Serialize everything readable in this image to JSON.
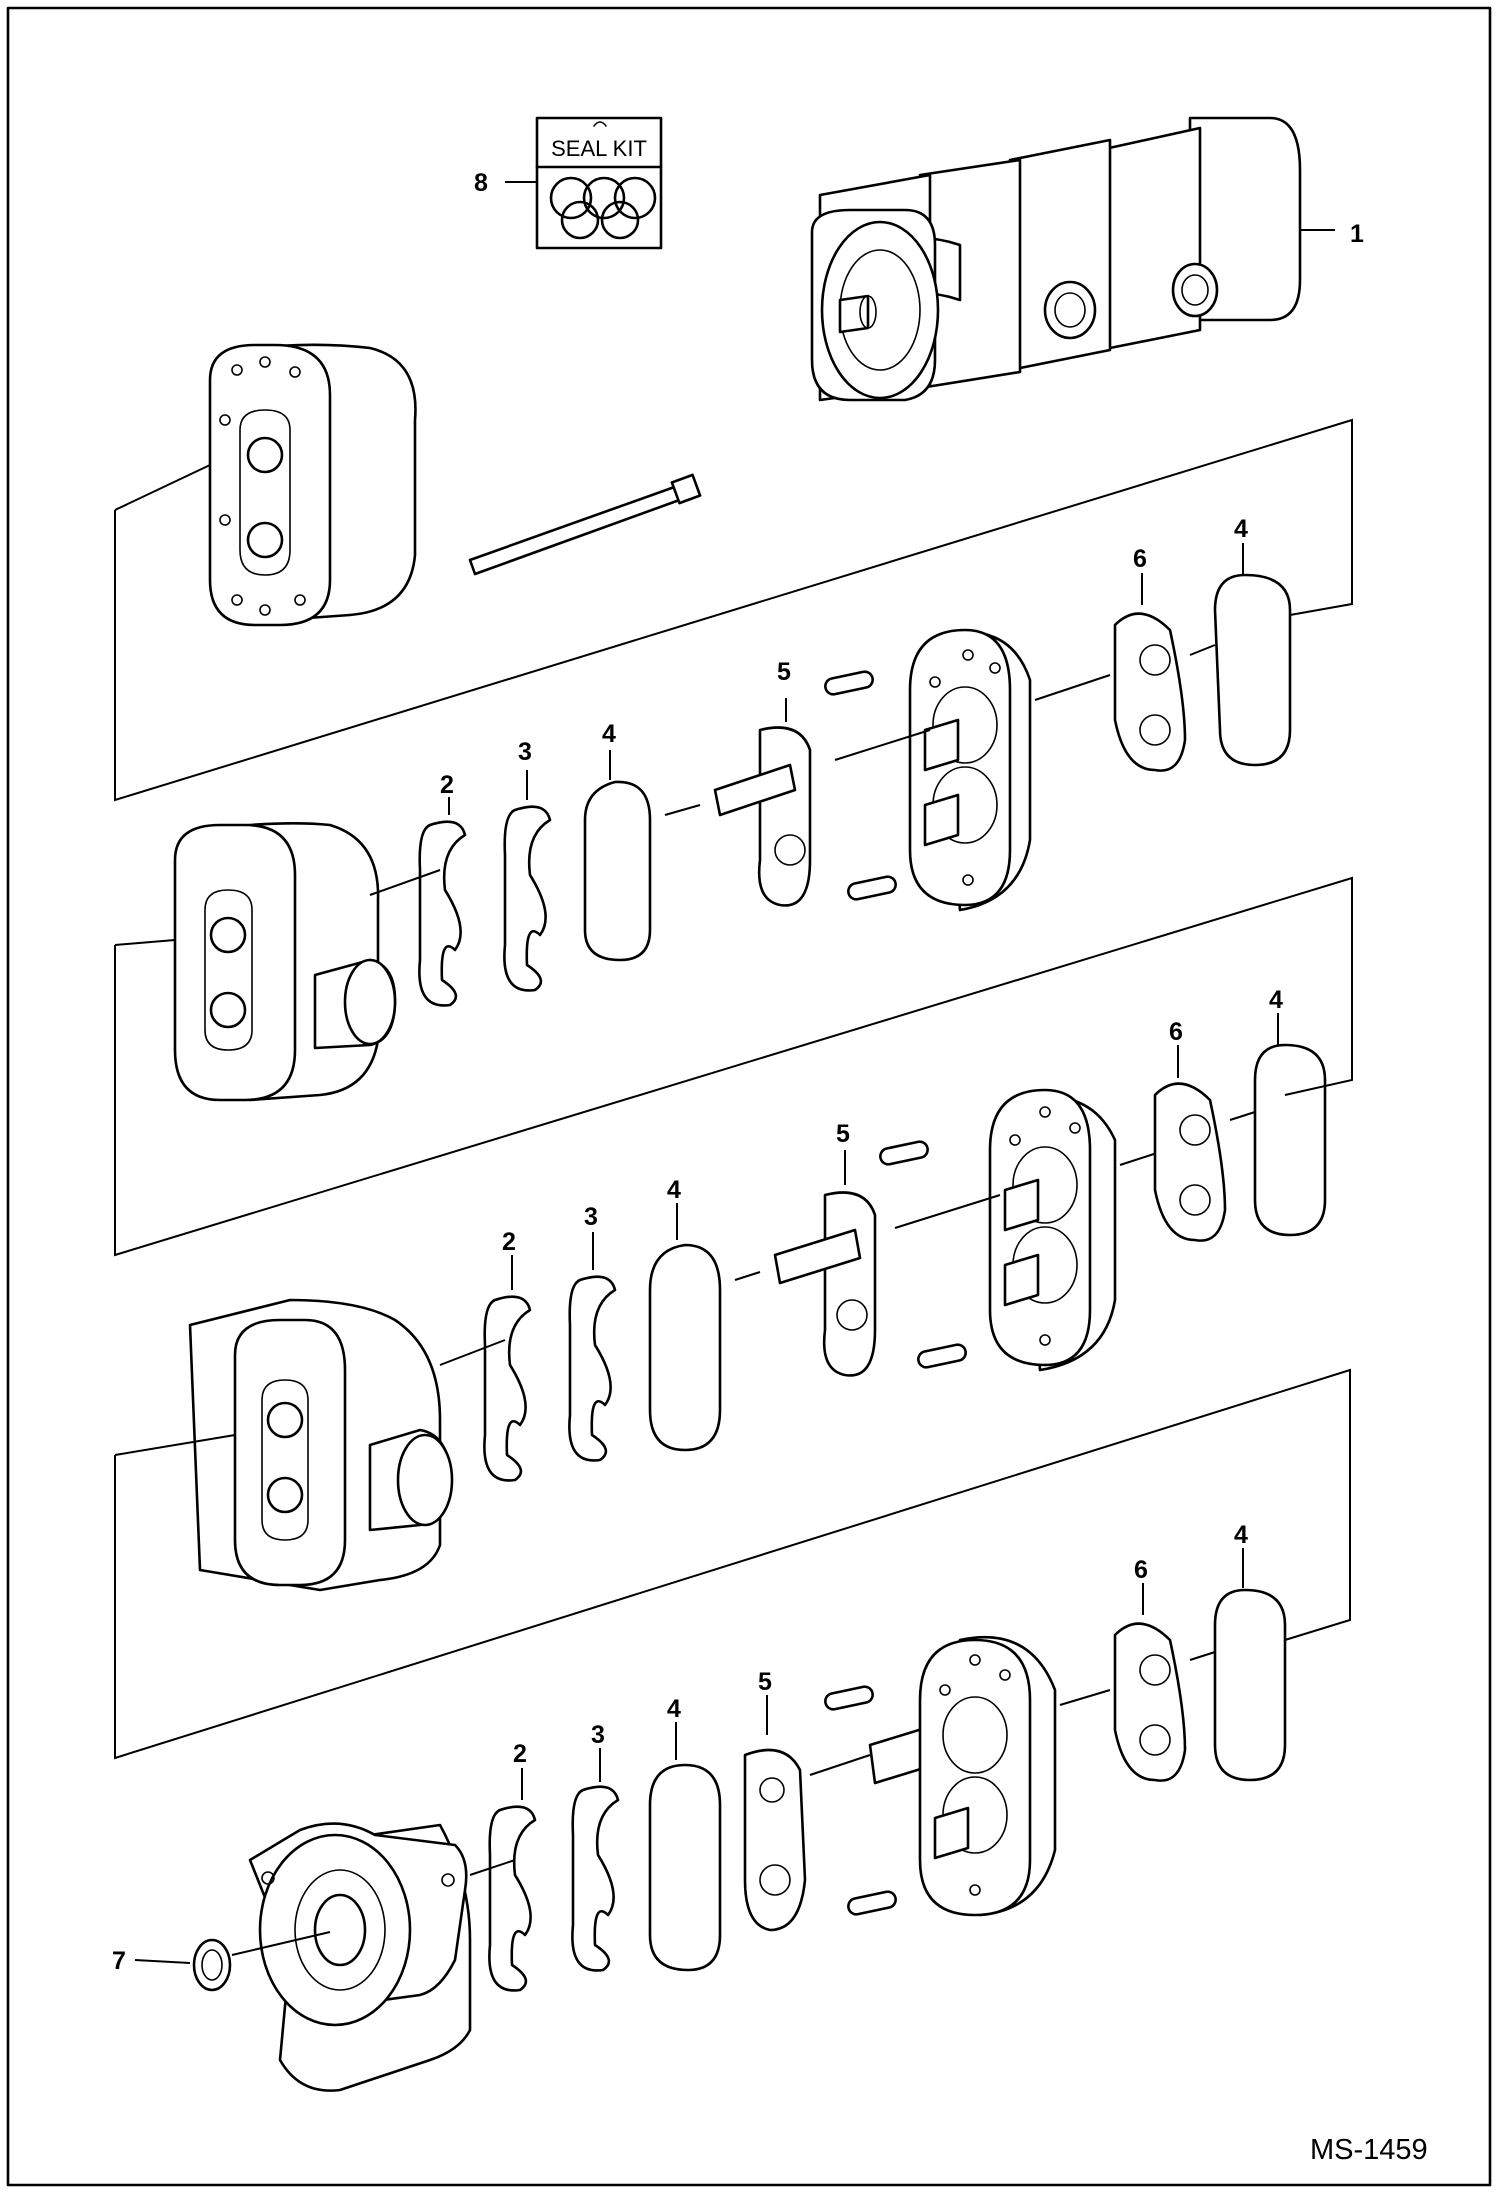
{
  "seal_kit": {
    "label": "SEAL KIT"
  },
  "callouts": {
    "c1": "1",
    "c8": "8",
    "c7": "7",
    "s1": {
      "n2": "2",
      "n3": "3",
      "n4a": "4",
      "n5": "5",
      "n6": "6",
      "n4b": "4"
    },
    "s2": {
      "n2": "2",
      "n3": "3",
      "n4a": "4",
      "n5": "5",
      "n6": "6",
      "n4b": "4"
    },
    "s3": {
      "n2": "2",
      "n3": "3",
      "n4a": "4",
      "n5": "5",
      "n6": "6",
      "n4b": "4"
    }
  },
  "drawing_code": "MS-1459"
}
